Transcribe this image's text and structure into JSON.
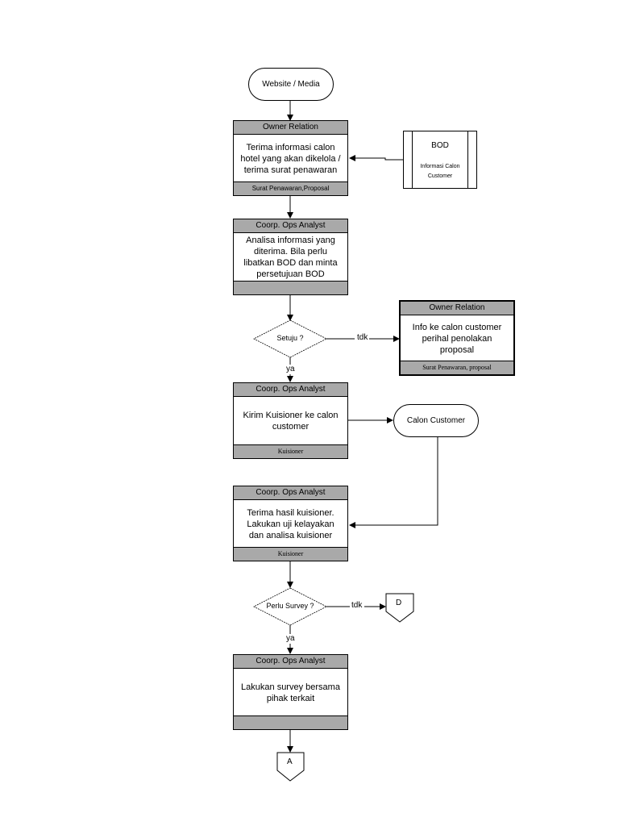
{
  "start_terminal": "Website / Media",
  "box1": {
    "role": "Owner Relation",
    "text": "Terima informasi calon hotel yang akan dikelola / terima surat penawaran",
    "doc": "Surat Penawaran,Proposal"
  },
  "bod": {
    "title": "BOD",
    "subtitle": "Informasi Calon Customer"
  },
  "box2": {
    "role": "Coorp. Ops Analyst",
    "text": "Analisa informasi yang diterima. Bila perlu libatkan BOD dan minta persetujuan BOD",
    "doc": ""
  },
  "decision1": {
    "text": "Setuju ?",
    "no": "tdk",
    "yes": "ya"
  },
  "reject_box": {
    "role": "Owner Relation",
    "text": "Info ke calon customer perihal penolakan proposal",
    "doc": "Surat  Penawaran,  proposal"
  },
  "box3": {
    "role": "Coorp. Ops Analyst",
    "text": "Kirim Kuisioner ke calon customer",
    "doc": "Kuisioner"
  },
  "customer_terminal": "Calon Customer",
  "box4": {
    "role": "Coorp. Ops Analyst",
    "text": "Terima hasil kuisioner. Lakukan uji kelayakan dan analisa kuisioner",
    "doc": "Kuisioner"
  },
  "decision2": {
    "text": "Perlu Survey ?",
    "no": "tdk",
    "yes": "ya"
  },
  "connector_d": "D",
  "box5": {
    "role": "Coorp. Ops Analyst",
    "text": "Lakukan survey bersama pihak terkait",
    "doc": ""
  },
  "connector_a": "A"
}
